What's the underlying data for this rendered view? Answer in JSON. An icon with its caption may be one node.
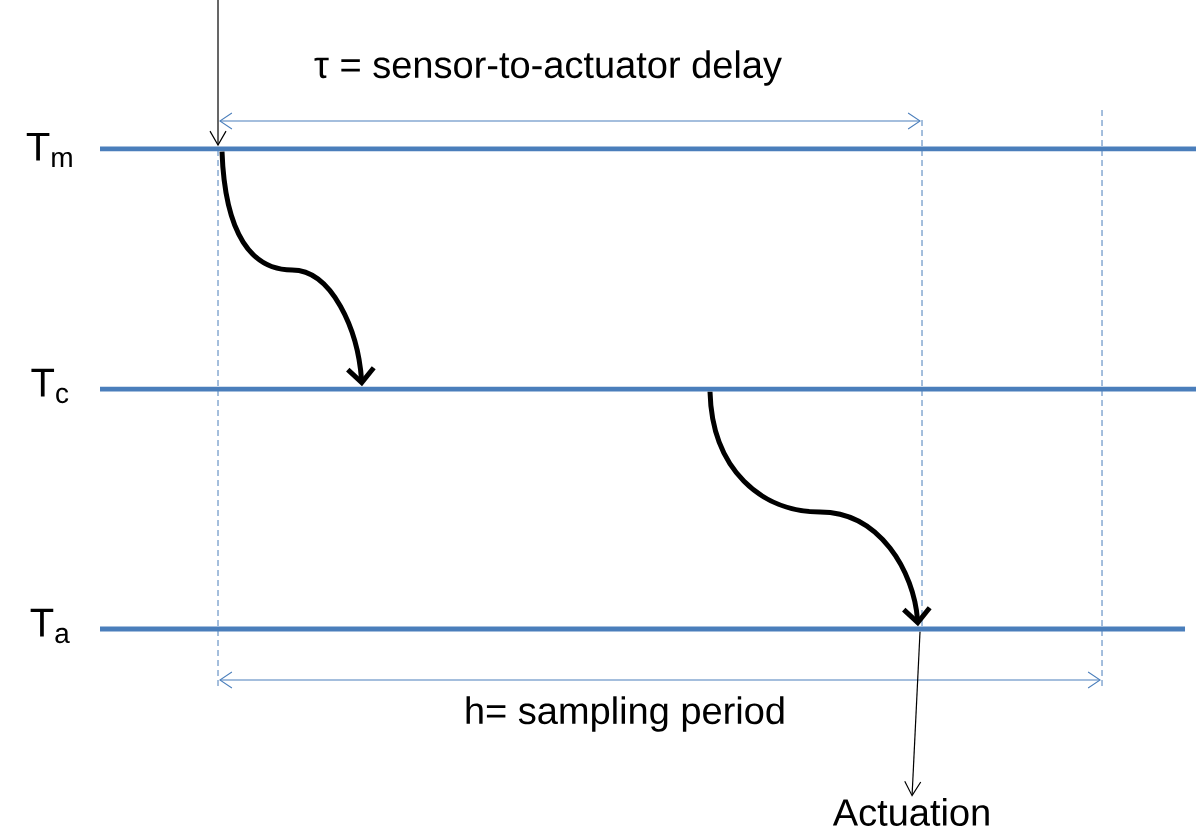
{
  "diagram": {
    "nodes": [
      {
        "text": [
          "T$_{m}$"
        ]
      },
      {
        "text": [
          "T$_{c}$"
        ]
      },
      {
        "text": [
          "T$_{a}$"
        ]
      },
      {
        "text": [
          "Actuation"
        ]
      }
    ],
    "edges": [
      {
        "from": null,
        "to": 0,
        "arrow": "to"
      },
      {
        "from": 0,
        "to": 1,
        "arrow": "to",
        "style": "thick"
      },
      {
        "from": 1,
        "to": 2,
        "arrow": "to",
        "style": "thick"
      },
      {
        "from": 2,
        "to": 3,
        "arrow": "to"
      }
    ],
    "labels": [
      "τ = sensor-to-actuator delay",
      "h= sampling period"
    ]
  }
}
